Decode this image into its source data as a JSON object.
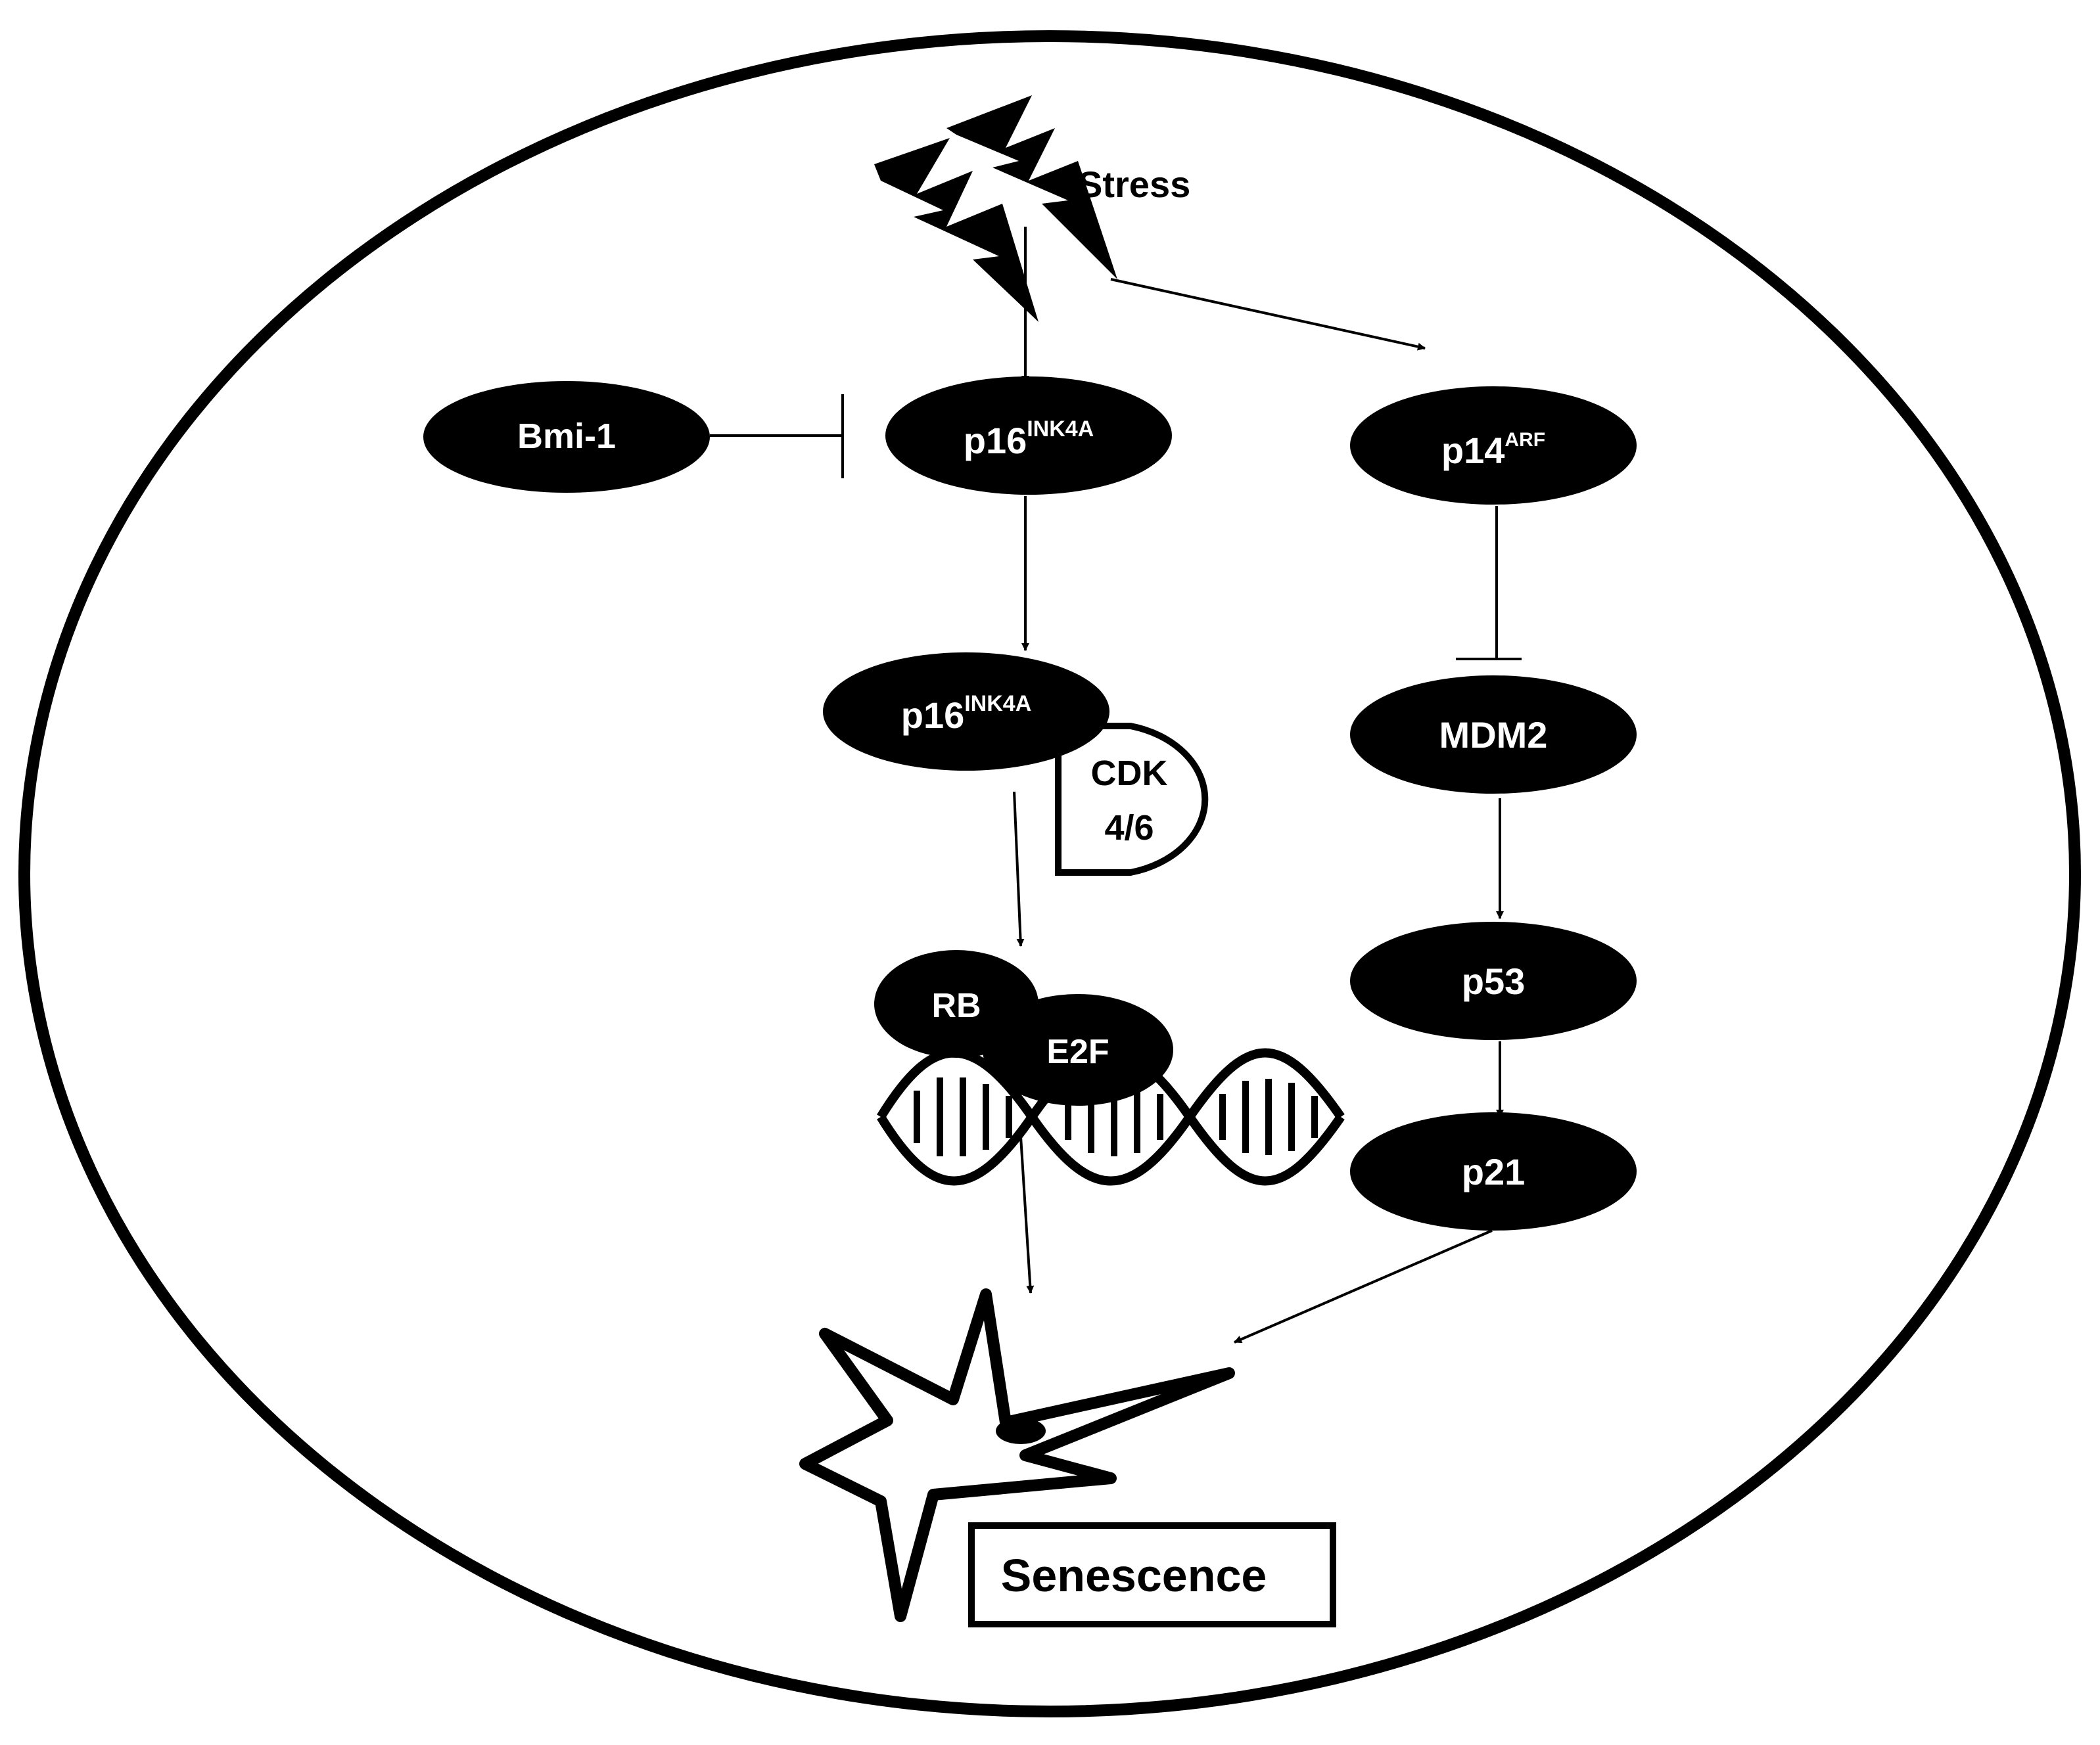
{
  "stress_label": "Stress",
  "bmi1_label": "Bmi-1",
  "p16_top": {
    "base": "p16",
    "sup": "INK4A"
  },
  "p16_complex": {
    "base": "p16",
    "sup": "INK4A"
  },
  "cdk": {
    "line1": "CDK",
    "line2": "4/6"
  },
  "p14": {
    "base": "p14",
    "sup": "ARF"
  },
  "mdm2_label": "MDM2",
  "p53_label": "p53",
  "p21_label": "p21",
  "rb_label": "RB",
  "e2f_label": "E2F",
  "senescence_label": "Senescence",
  "colors": {
    "ink": "#000000",
    "paper": "#ffffff"
  }
}
